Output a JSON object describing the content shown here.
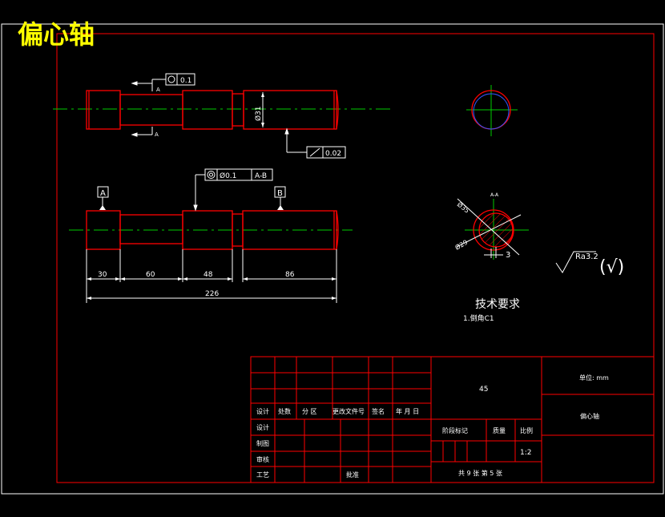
{
  "title": "偏心轴",
  "views": {
    "top": {
      "section_mark_upper": "A",
      "section_mark_lower": "A",
      "roundness_tolerance": "0.1",
      "diameter_label": "Ø31",
      "runout_tolerance": "0.02"
    },
    "bottom": {
      "datum_a": "A",
      "datum_b": "B",
      "position_tolerance": "Ø0.1",
      "position_datum": "A-B",
      "dims": [
        "30",
        "60",
        "48",
        "86"
      ],
      "total_length": "226"
    },
    "section": {
      "label": "A-A",
      "outer_diameter": "Ø35",
      "inner_diameter": "Ø29",
      "offset": "3"
    }
  },
  "roughness": {
    "value": "Ra3.2",
    "symbol": "(√)"
  },
  "tech_requirements": {
    "heading": "技术要求",
    "items": [
      "1.倒角C1"
    ]
  },
  "title_block": {
    "material": "45",
    "unit": "单位: mm",
    "drawing_name": "偏心轴",
    "header_row": [
      "设计",
      "处数",
      "分 区",
      "更改文件号",
      "签名",
      "年 月 日"
    ],
    "roles": [
      "设计",
      "制图",
      "审核",
      "工艺"
    ],
    "approve": "批准",
    "stage_mark": "阶段标记",
    "weight": "质量",
    "scale_label": "比例",
    "scale_value": "1:2",
    "sheets": "共 9 张  第 5 张"
  },
  "colors": {
    "outline": "#ff0000",
    "centerline": "#00cc00",
    "title": "#ffff00",
    "text": "#ffffff",
    "hatch": "#ff0000",
    "frame": "#ffffff"
  }
}
